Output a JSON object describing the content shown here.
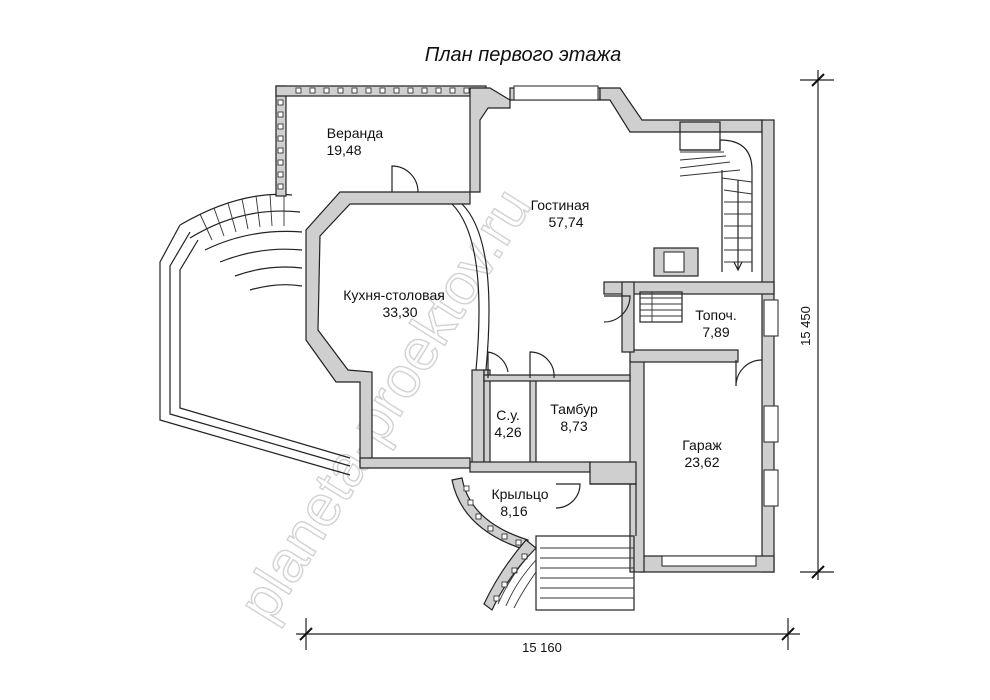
{
  "title": "План первого этажа",
  "watermark": "planeta-proektov.ru",
  "rooms": [
    {
      "name": "Веранда",
      "area": "19,48"
    },
    {
      "name": "Гостиная",
      "area": "57,74"
    },
    {
      "name": "Кухня-столовая",
      "area": "33,30"
    },
    {
      "name": "Топоч.",
      "area": "7,89"
    },
    {
      "name": "С.у.",
      "area": "4,26"
    },
    {
      "name": "Тамбур",
      "area": "8,73"
    },
    {
      "name": "Гараж",
      "area": "23,62"
    },
    {
      "name": "Крыльцо",
      "area": "8,16"
    }
  ],
  "dimensions": {
    "width": "15 160",
    "height": "15 450"
  },
  "colors": {
    "wall_fill": "#cfcfcf",
    "line": "#222222",
    "watermark": "#d2d2d2"
  }
}
